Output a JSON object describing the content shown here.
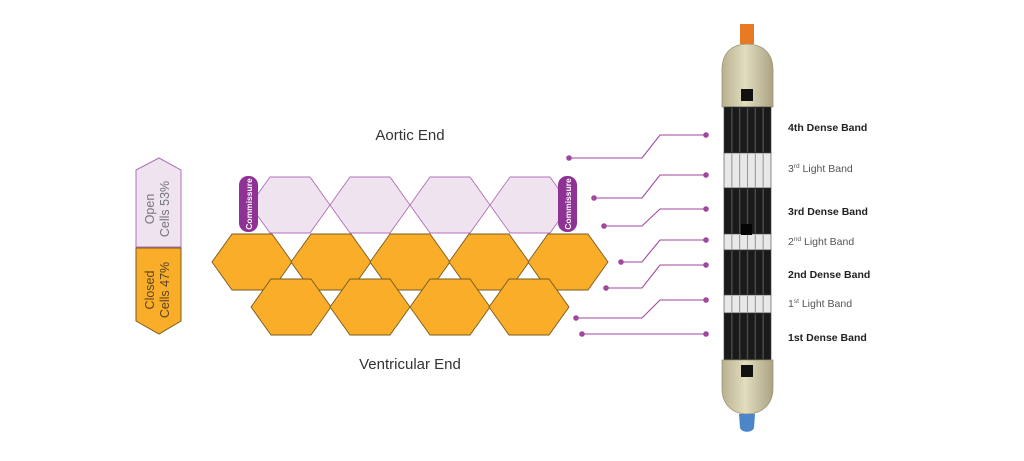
{
  "colors": {
    "open_cell_fill": "#efe3f0",
    "open_cell_stroke": "#b070b8",
    "closed_cell_fill": "#f9ad28",
    "closed_cell_stroke": "#7a5a20",
    "accent_purple": "#8e3395",
    "connector": "#a0479e",
    "valve_tissue": "#d4ceaa",
    "frame_dark": "#1a1a1a",
    "light_band": "#e6e6e6",
    "tip_top": "#e87a26",
    "tip_bottom": "#4a86c8"
  },
  "stent": {
    "aortic_label": "Aortic End",
    "ventricular_label": "Ventricular End",
    "commissure_label": "Commissure",
    "open_cells": {
      "label_line1": "Open",
      "label_line2": "Cells 53%",
      "percent": 53
    },
    "closed_cells": {
      "label_line1": "Closed",
      "label_line2": "Cells 47%",
      "percent": 47
    }
  },
  "bands": [
    {
      "num": "4th",
      "sup": "",
      "name": " Dense Band",
      "kind": "dense"
    },
    {
      "num": "3",
      "sup": "rd",
      "name": " Light Band",
      "kind": "light"
    },
    {
      "num": "3rd",
      "sup": "",
      "name": " Dense Band",
      "kind": "dense"
    },
    {
      "num": "2",
      "sup": "nd",
      "name": " Light Band",
      "kind": "light"
    },
    {
      "num": "2nd",
      "sup": "",
      "name": " Dense Band",
      "kind": "dense"
    },
    {
      "num": "1",
      "sup": "st",
      "name": " Light Band",
      "kind": "light"
    },
    {
      "num": "1st",
      "sup": "",
      "name": " Dense Band",
      "kind": "dense"
    }
  ]
}
